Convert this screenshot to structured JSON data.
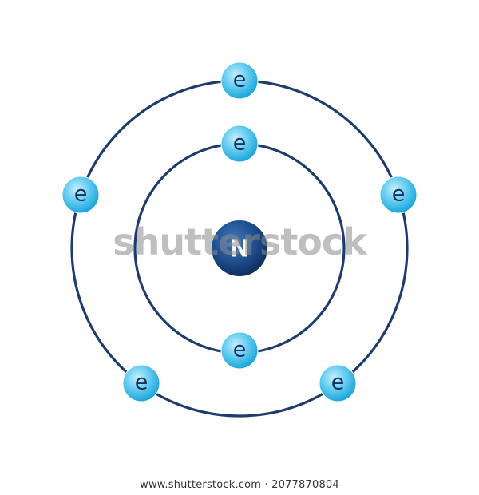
{
  "nucleus": {
    "symbol": "N"
  },
  "electron_label": "e",
  "shells": [
    {
      "name": "inner",
      "electron_count": 2
    },
    {
      "name": "outer",
      "electron_count": 5
    }
  ],
  "colors": {
    "orbit": "#1e3a6e",
    "electron_light": "#9ee2f8",
    "electron_dark": "#1aa6dc",
    "nucleus_light": "#3a70b4",
    "nucleus_dark": "#0f2a55"
  },
  "watermark": {
    "text": "shutterstock"
  },
  "footer": {
    "text": "www.shutterstock.com · 2077870804"
  }
}
